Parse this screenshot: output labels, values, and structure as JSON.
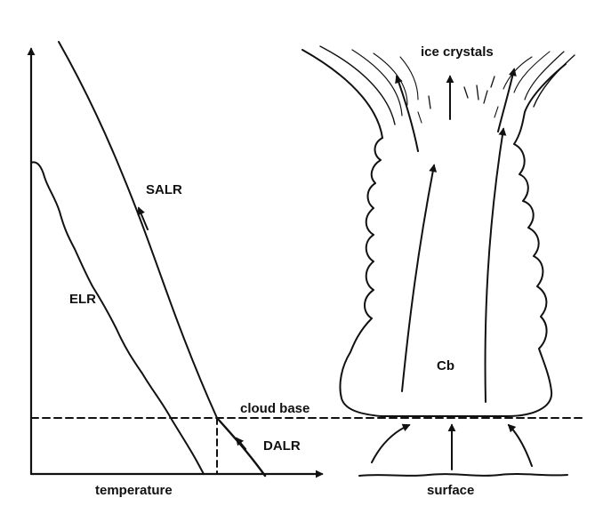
{
  "labels": {
    "ice_crystals": "ice crystals",
    "salr": "SALR",
    "elr": "ELR",
    "cb": "Cb",
    "cloud_base": "cloud base",
    "dalr": "DALR",
    "temperature": "temperature",
    "surface": "surface"
  },
  "colors": {
    "ink": "#111111",
    "background": "#ffffff"
  }
}
